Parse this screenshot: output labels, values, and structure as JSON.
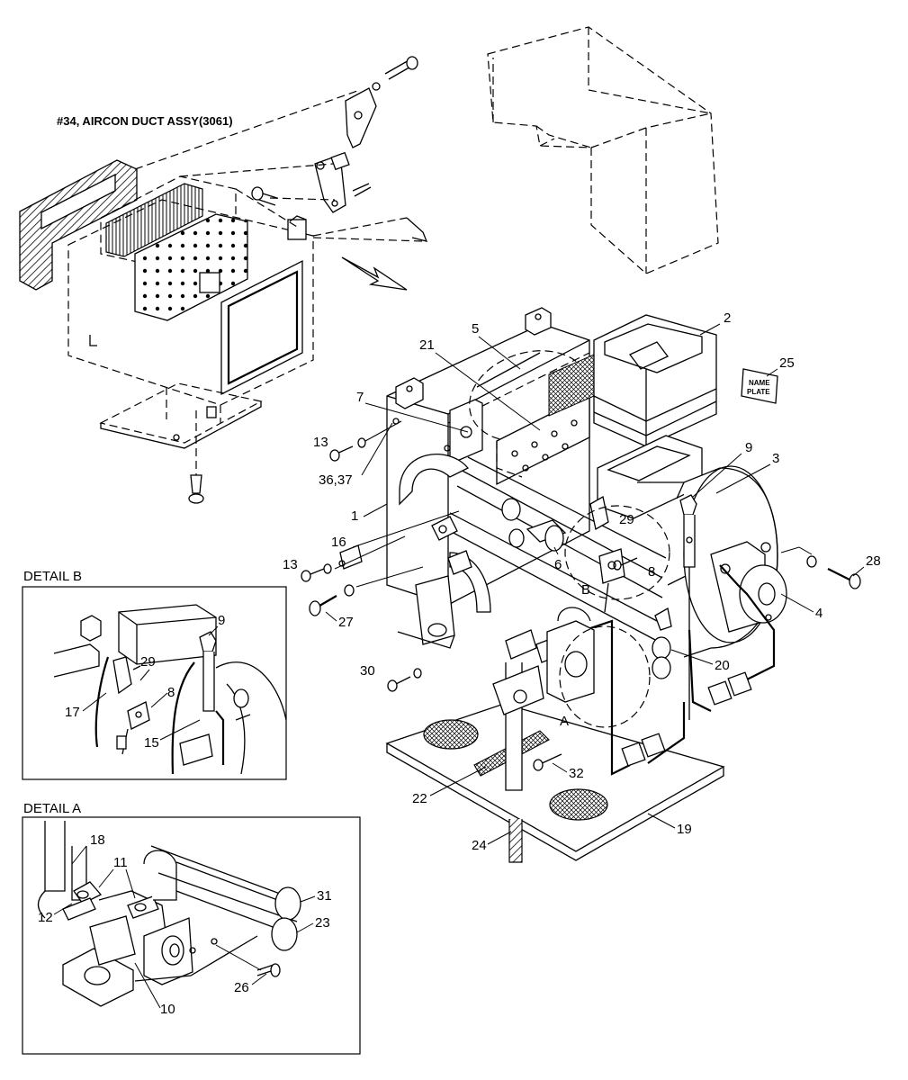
{
  "header": {
    "title": "#34, AIRCON DUCT ASSY(3061)"
  },
  "details": {
    "detail_a": "DETAIL A",
    "detail_b": "DETAIL B"
  },
  "name_plate": {
    "line1": "NAME",
    "line2": "PLATE"
  },
  "section_marks": {
    "a": "A",
    "b": "B"
  },
  "callouts": {
    "c1": "1",
    "c2": "2",
    "c3": "3",
    "c4": "4",
    "c5": "5",
    "c6": "6",
    "c7": "7",
    "c8": "8",
    "c9": "9",
    "c13a": "13",
    "c13b": "13",
    "c16": "16",
    "c19": "19",
    "c20": "20",
    "c21": "21",
    "c22": "22",
    "c24": "24",
    "c25": "25",
    "c27": "27",
    "c28": "28",
    "c29": "29",
    "c30": "30",
    "c32": "32",
    "c3637": "36,37"
  },
  "detail_b_callouts": {
    "c8": "8",
    "c9": "9",
    "c15": "15",
    "c17": "17",
    "c29": "29"
  },
  "detail_a_callouts": {
    "c10": "10",
    "c11": "11",
    "c12": "12",
    "c18": "18",
    "c23": "23",
    "c26": "26",
    "c31": "31"
  }
}
